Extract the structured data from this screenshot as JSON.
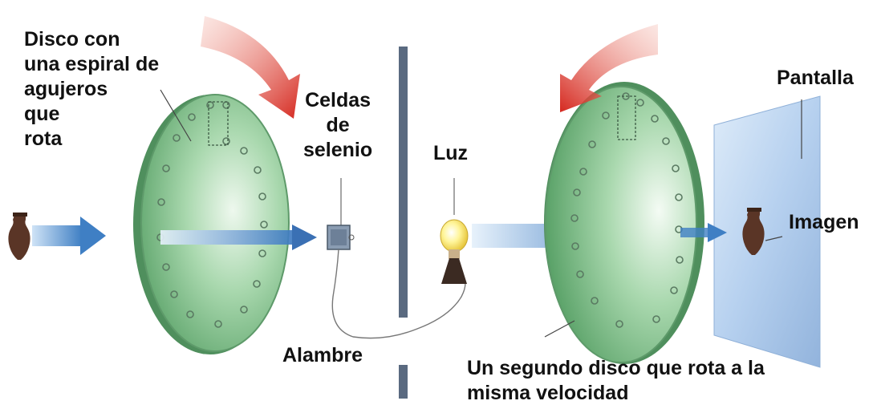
{
  "labels": {
    "disc1": "Disco con\nuna espiral de\nagujeros\nque\nrota",
    "cells": "Celdas\nde\nselenio",
    "light": "Luz",
    "screen": "Pantalla",
    "image": "Imagen",
    "wire": "Alambre",
    "disc2": "Un segundo disco que rota a la\nmisma velocidad"
  },
  "colors": {
    "disc_fill": "#7fbf8c",
    "disc_edge": "#4f8f5d",
    "rotation_arrow": "#d8332a",
    "beam": "#4a86c8",
    "barrier": "#5a6a80",
    "screen": "#9cc0e8",
    "vase": "#5a3526",
    "bulb_glass": "#fff39a",
    "bulb_base": "#3b2a22"
  },
  "icons": [
    "vase-icon",
    "lightbulb-icon",
    "selenium-cell-icon"
  ]
}
